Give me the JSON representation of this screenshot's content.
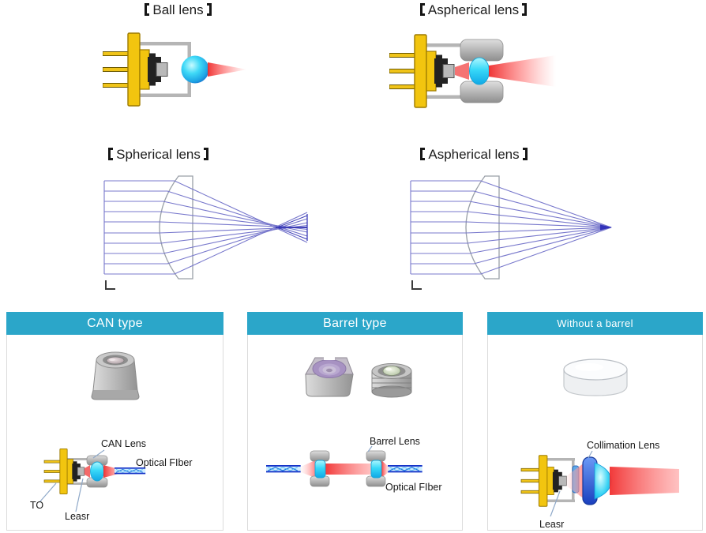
{
  "top_row": {
    "ball": {
      "full_title": "【Ball lens】",
      "title": "Ball lens"
    },
    "aspherical": {
      "full_title": "【Aspherical lens】",
      "title": "Aspherical lens"
    }
  },
  "middle_row": {
    "spherical": {
      "full_title": "【Spherical lens】",
      "title": "Spherical lens"
    },
    "aspherical": {
      "full_title": "【Aspherical lens】",
      "title": "Aspherical lens"
    }
  },
  "panels": {
    "can": {
      "header": "CAN type",
      "labels": {
        "lens": "CAN Lens",
        "fiber": "Optical FIber",
        "package": "TO",
        "laser": "Leasr"
      }
    },
    "barrel": {
      "header": "Barrel type",
      "labels": {
        "lens": "Barrel Lens",
        "fiber": "Optical FIber"
      }
    },
    "without_barrel": {
      "header": "Without a barrel",
      "labels": {
        "lens": "Collimation Lens",
        "laser": "Leasr"
      }
    }
  },
  "colors": {
    "panel_header_bg": "#2BA6C9",
    "panel_header_text": "#FFFFFF",
    "panel_border": "#DCDCDC",
    "ray_line": "#7878CC",
    "lens_outline": "#9AA0A8",
    "beam_red": "#F03030",
    "lens_cyan": "#2BD6F2",
    "diode_gold": "#F2C50F",
    "bracket_gray": "#B5B5B5",
    "leader_line": "#8FA9C9",
    "fiber_blue": "#1533C8"
  }
}
